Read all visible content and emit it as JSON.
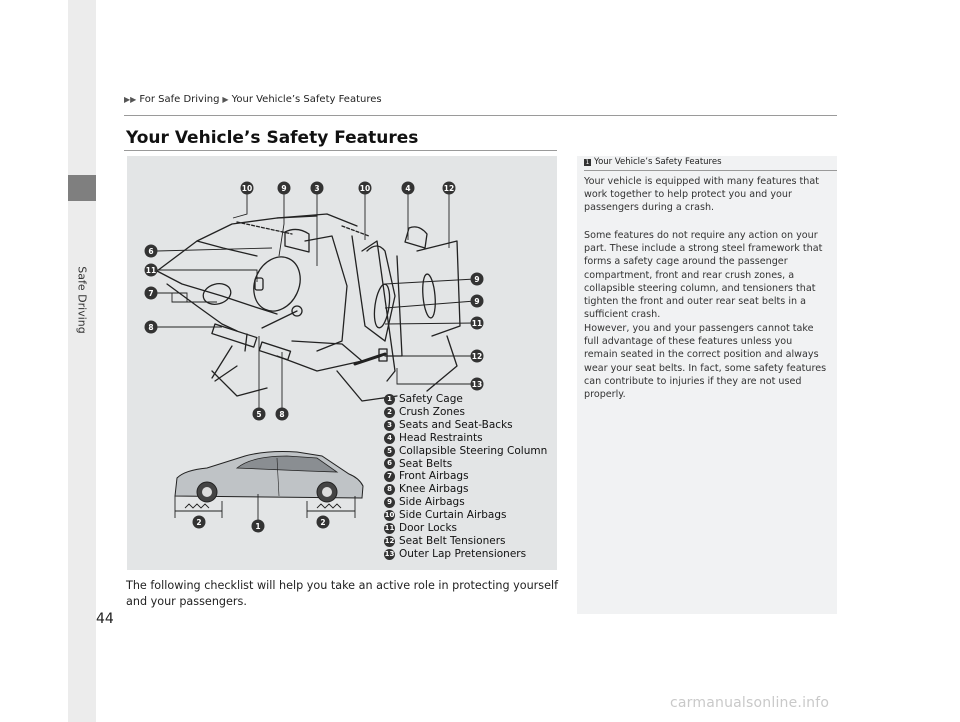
{
  "breadcrumb": {
    "level1": "For Safe Driving",
    "level2": "Your Vehicle’s Safety Features"
  },
  "side_tab": {
    "label": "Safe Driving"
  },
  "page_title": "Your Vehicle’s Safety Features",
  "legend": [
    {
      "num": "1",
      "label": "Safety Cage"
    },
    {
      "num": "2",
      "label": "Crush Zones"
    },
    {
      "num": "3",
      "label": "Seats and Seat-Backs"
    },
    {
      "num": "4",
      "label": "Head Restraints"
    },
    {
      "num": "5",
      "label": "Collapsible Steering Column"
    },
    {
      "num": "6",
      "label": "Seat Belts"
    },
    {
      "num": "7",
      "label": "Front Airbags"
    },
    {
      "num": "8",
      "label": "Knee Airbags"
    },
    {
      "num": "9",
      "label": "Side Airbags"
    },
    {
      "num": "10",
      "label": "Side Curtain Airbags"
    },
    {
      "num": "11",
      "label": "Door Locks"
    },
    {
      "num": "12",
      "label": "Seat Belt Tensioners"
    },
    {
      "num": "13",
      "label": "Outer Lap Pretensioners"
    }
  ],
  "sidebar": {
    "heading": "Your Vehicle’s Safety Features",
    "paragraphs": [
      "Your vehicle is equipped with many features that work together to help protect you and your passengers during a crash.",
      "Some features do not require any action on your part. These include a strong steel framework that forms a safety cage around the passenger compartment, front and rear crush zones, a collapsible steering column, and tensioners that tighten the front and outer rear seat belts in a sufficient crash.",
      "However, you and your passengers cannot take full advantage of these features unless you remain seated in the correct position and always wear your seat belts. In fact, some safety features can contribute to injuries if they are not used properly."
    ]
  },
  "body_text": "The following checklist will help you take an active role in protecting yourself and your passengers.",
  "page_number": "44",
  "watermark": "carmanualsonline.info",
  "colors": {
    "panel_bg": "#e3e5e6",
    "sidebar_bg": "#f1f2f3",
    "badge": "#333333",
    "tab_dark": "#7f7f7f"
  }
}
